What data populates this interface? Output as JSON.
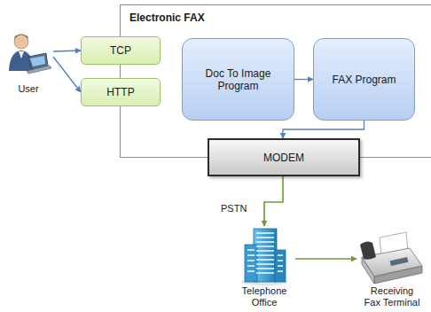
{
  "diagram": {
    "nodes": [
      {
        "text": [
          "User"
        ]
      },
      {
        "text": [
          "Electronic FAX"
        ]
      },
      {
        "text": [
          "TCP"
        ],
        "in": 1
      },
      {
        "text": [
          "HTTP"
        ],
        "in": 1
      },
      {
        "text": [
          "Doc To Image Program"
        ],
        "in": 1
      },
      {
        "text": [
          "FAX Program"
        ],
        "in": 1
      },
      {
        "text": [
          "MODEM"
        ],
        "in": 1
      },
      {
        "text": [
          "Telephone Office"
        ]
      },
      {
        "text": [
          "Receiving Fax Terminal"
        ]
      }
    ],
    "edges": [
      {
        "from": 0,
        "to": 2,
        "arrow": "to"
      },
      {
        "from": 0,
        "to": 3,
        "arrow": "to"
      },
      {
        "from": 4,
        "to": 5,
        "arrow": "to"
      },
      {
        "from": 5,
        "to": 6,
        "arrow": "to"
      },
      {
        "from": 6,
        "to": 7,
        "label": "PSTN",
        "arrow": "to"
      },
      {
        "from": 7,
        "to": 8,
        "arrow": "to"
      }
    ]
  }
}
